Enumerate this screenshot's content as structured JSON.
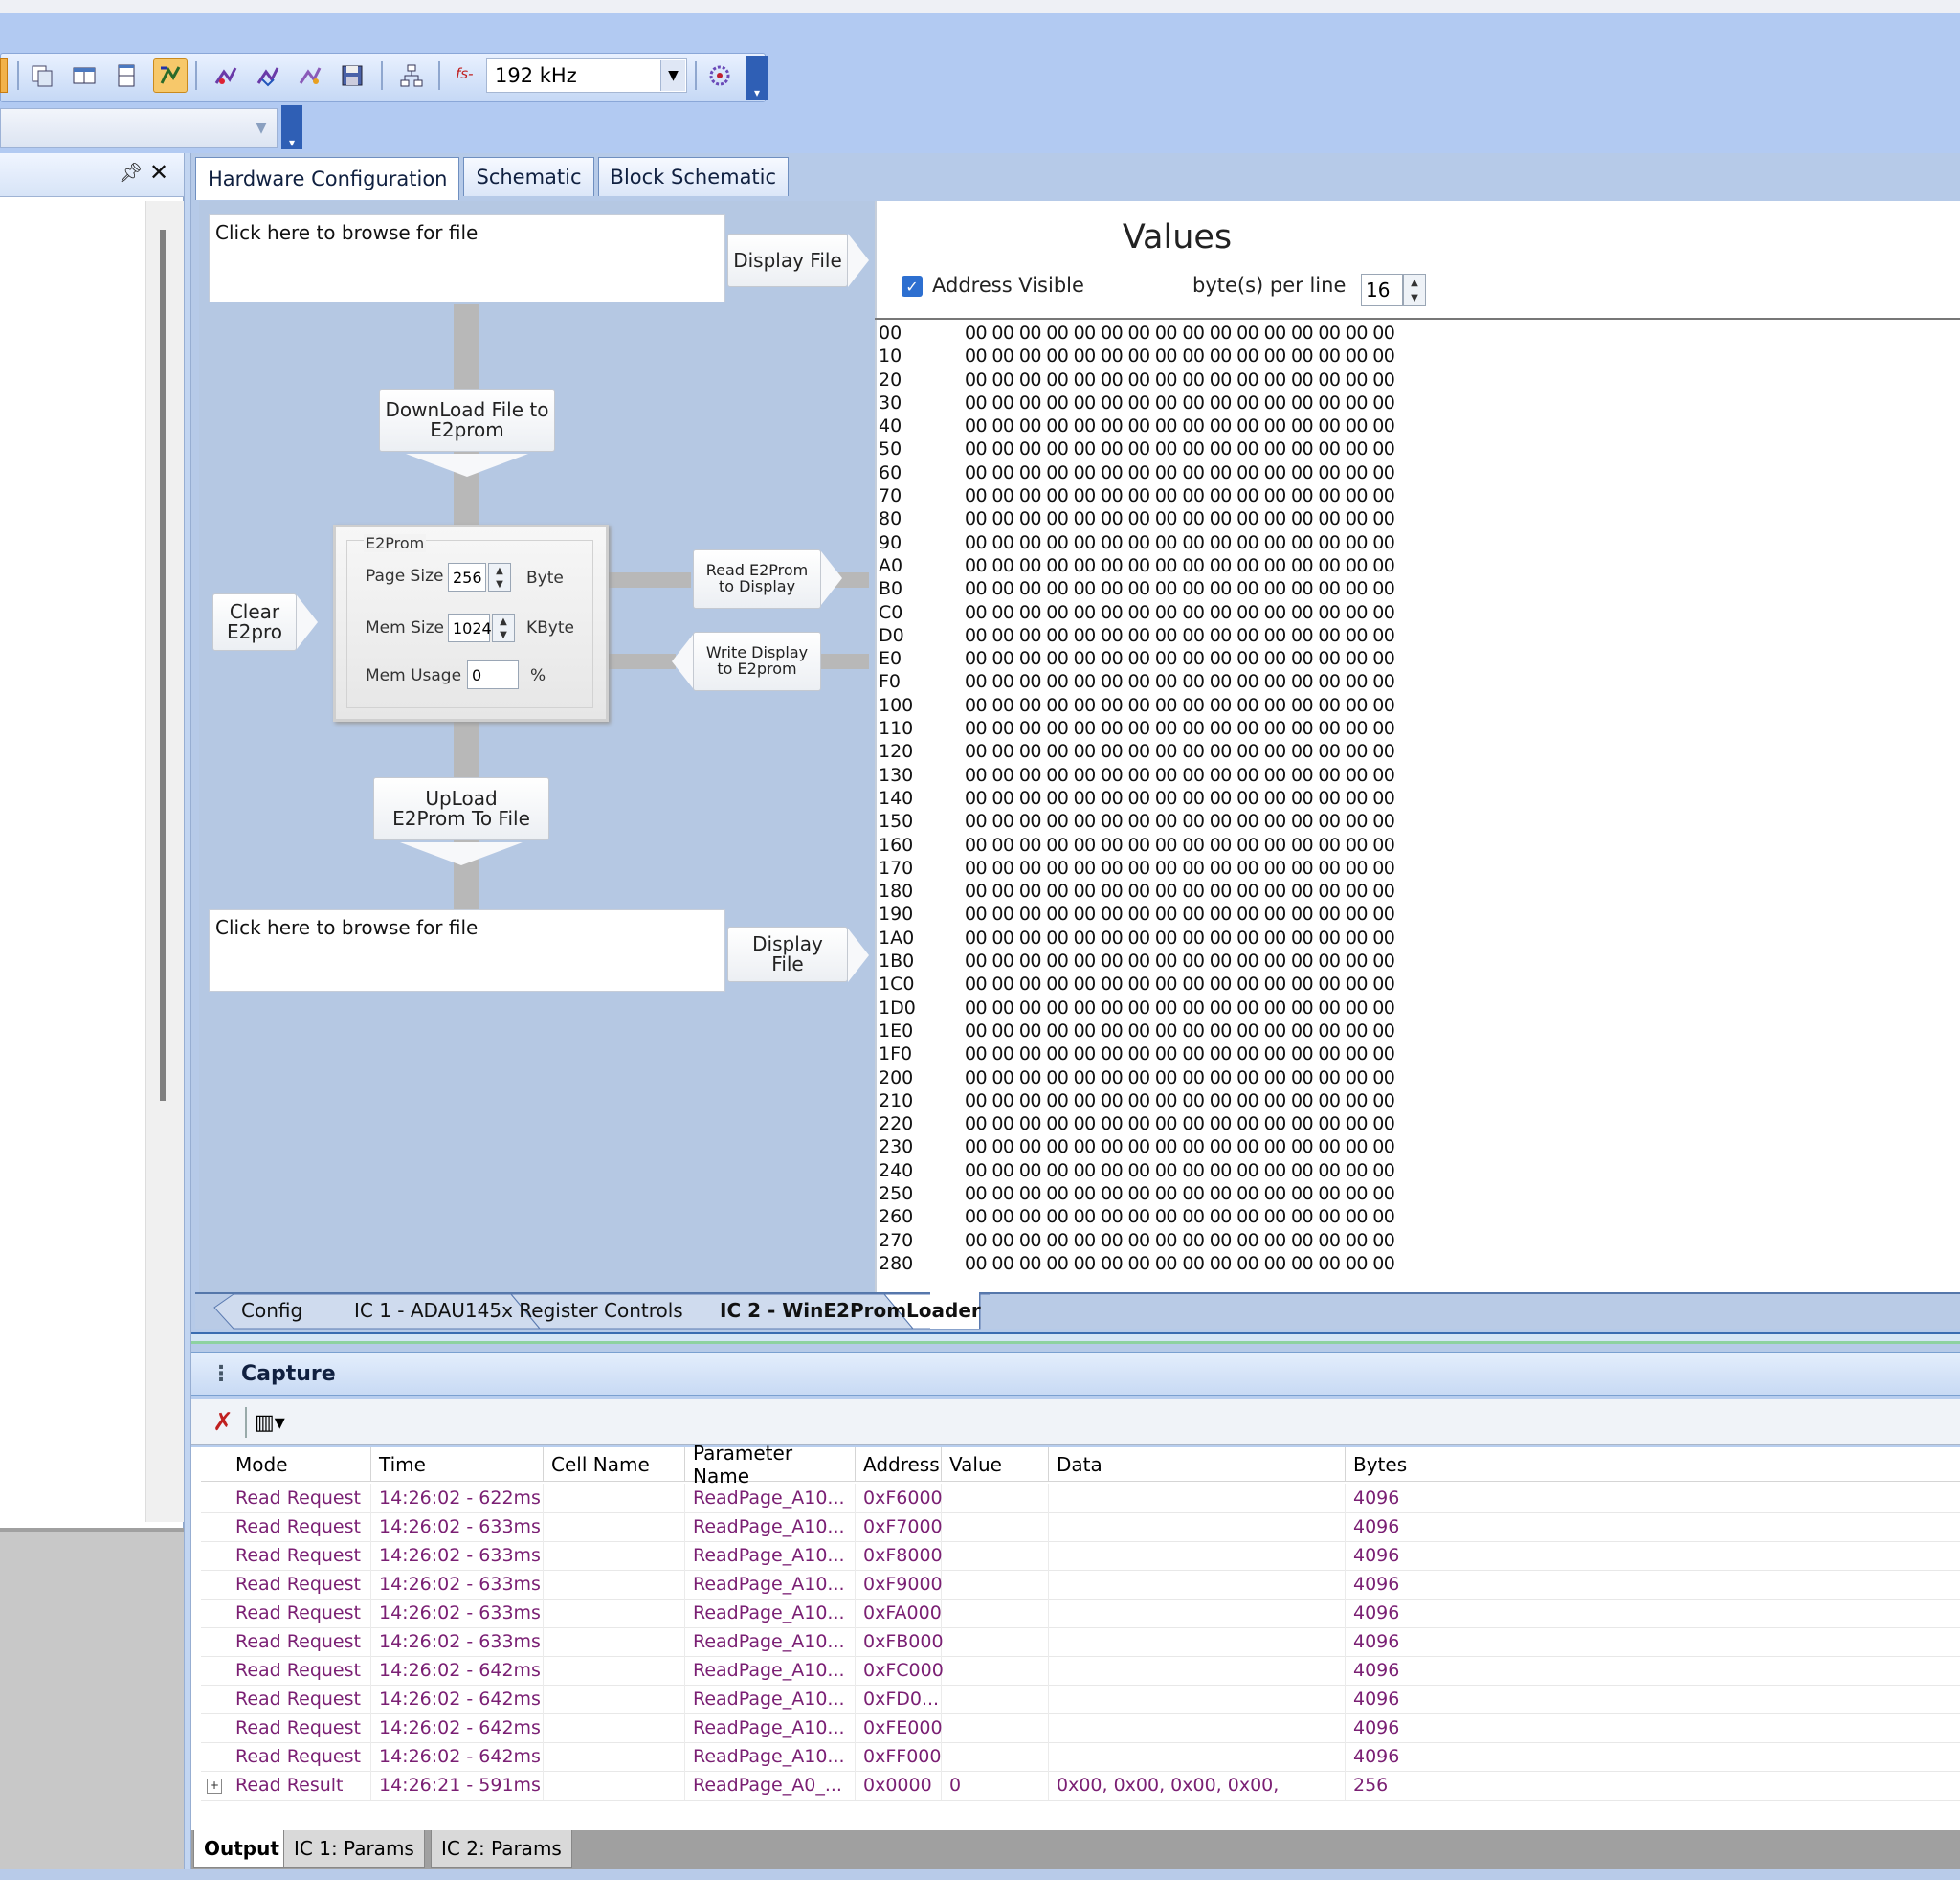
{
  "toolbar": {
    "sample_rate": "192 kHz",
    "fs_label": "fs-"
  },
  "tabs_top": [
    {
      "label": "Hardware Configuration",
      "active": true
    },
    {
      "label": "Schematic",
      "active": false
    },
    {
      "label": "Block Schematic",
      "active": false
    }
  ],
  "hardware": {
    "file_top_placeholder": "Click here to browse for file",
    "display_file_top": "Display File",
    "download_label_1": "DownLoad File to",
    "download_label_2": "E2prom",
    "e2prom_group": "E2Prom",
    "page_size_label": "Page Size",
    "page_size_value": "256",
    "page_size_unit": "Byte",
    "mem_size_label": "Mem Size",
    "mem_size_value": "1024",
    "mem_size_unit": "KByte",
    "mem_usage_label": "Mem Usage",
    "mem_usage_value": "0",
    "mem_usage_unit": "%",
    "clear_label_1": "Clear",
    "clear_label_2": "E2pro",
    "read_label_1": "Read E2Prom",
    "read_label_2": "to Display",
    "write_label_1": "Write Display",
    "write_label_2": "to E2prom",
    "upload_label_1": "UpLoad",
    "upload_label_2": "E2Prom To File",
    "file_bottom_placeholder": "Click here to browse for file",
    "display_file_bottom_1": "Display",
    "display_file_bottom_2": "File"
  },
  "values": {
    "title": "Values",
    "address_visible_label": "Address Visible",
    "address_visible_checked": true,
    "bytes_per_line_label": "byte(s) per line",
    "bytes_per_line_value": "16",
    "byte_row": "00 00 00 00 00 00 00 00 00 00 00 00 00 00 00 00",
    "rows": [
      "00",
      "10",
      "20",
      "30",
      "40",
      "50",
      "60",
      "70",
      "80",
      "90",
      "A0",
      "B0",
      "C0",
      "D0",
      "E0",
      "F0",
      "100",
      "110",
      "120",
      "130",
      "140",
      "150",
      "160",
      "170",
      "180",
      "190",
      "1A0",
      "1B0",
      "1C0",
      "1D0",
      "1E0",
      "1F0",
      "200",
      "210",
      "220",
      "230",
      "240",
      "250",
      "260",
      "270",
      "280"
    ]
  },
  "bottom_tabs": [
    {
      "label": "Config"
    },
    {
      "label": "IC 1 - ADAU145x Register Controls"
    },
    {
      "label": "IC 2 - WinE2PromLoader"
    }
  ],
  "capture": {
    "title": "Capture",
    "columns": [
      "Mode",
      "Time",
      "Cell Name",
      "Parameter Name",
      "Address",
      "Value",
      "Data",
      "Bytes"
    ],
    "rows": [
      {
        "mode": "Read Request",
        "time": "14:26:02 - 622ms",
        "cell": "",
        "param": "ReadPage_A10...",
        "address": "0xF6000",
        "value": "",
        "data": "",
        "bytes": "4096"
      },
      {
        "mode": "Read Request",
        "time": "14:26:02 - 633ms",
        "cell": "",
        "param": "ReadPage_A10...",
        "address": "0xF7000",
        "value": "",
        "data": "",
        "bytes": "4096"
      },
      {
        "mode": "Read Request",
        "time": "14:26:02 - 633ms",
        "cell": "",
        "param": "ReadPage_A10...",
        "address": "0xF8000",
        "value": "",
        "data": "",
        "bytes": "4096"
      },
      {
        "mode": "Read Request",
        "time": "14:26:02 - 633ms",
        "cell": "",
        "param": "ReadPage_A10...",
        "address": "0xF9000",
        "value": "",
        "data": "",
        "bytes": "4096"
      },
      {
        "mode": "Read Request",
        "time": "14:26:02 - 633ms",
        "cell": "",
        "param": "ReadPage_A10...",
        "address": "0xFA000",
        "value": "",
        "data": "",
        "bytes": "4096"
      },
      {
        "mode": "Read Request",
        "time": "14:26:02 - 633ms",
        "cell": "",
        "param": "ReadPage_A10...",
        "address": "0xFB000",
        "value": "",
        "data": "",
        "bytes": "4096"
      },
      {
        "mode": "Read Request",
        "time": "14:26:02 - 642ms",
        "cell": "",
        "param": "ReadPage_A10...",
        "address": "0xFC000",
        "value": "",
        "data": "",
        "bytes": "4096"
      },
      {
        "mode": "Read Request",
        "time": "14:26:02 - 642ms",
        "cell": "",
        "param": "ReadPage_A10...",
        "address": "0xFD0...",
        "value": "",
        "data": "",
        "bytes": "4096"
      },
      {
        "mode": "Read Request",
        "time": "14:26:02 - 642ms",
        "cell": "",
        "param": "ReadPage_A10...",
        "address": "0xFE000",
        "value": "",
        "data": "",
        "bytes": "4096"
      },
      {
        "mode": "Read Request",
        "time": "14:26:02 - 642ms",
        "cell": "",
        "param": "ReadPage_A10...",
        "address": "0xFF000",
        "value": "",
        "data": "",
        "bytes": "4096"
      },
      {
        "mode": "Read Result",
        "time": "14:26:21 - 591ms",
        "cell": "",
        "param": "ReadPage_A0_...",
        "address": "0x0000",
        "value": "0",
        "data": "0x00, 0x00, 0x00, 0x00,",
        "bytes": "256",
        "expandable": true
      }
    ]
  },
  "output_tabs": [
    {
      "label": "Output"
    },
    {
      "label": "IC 1: Params"
    },
    {
      "label": "IC 2: Params"
    }
  ]
}
